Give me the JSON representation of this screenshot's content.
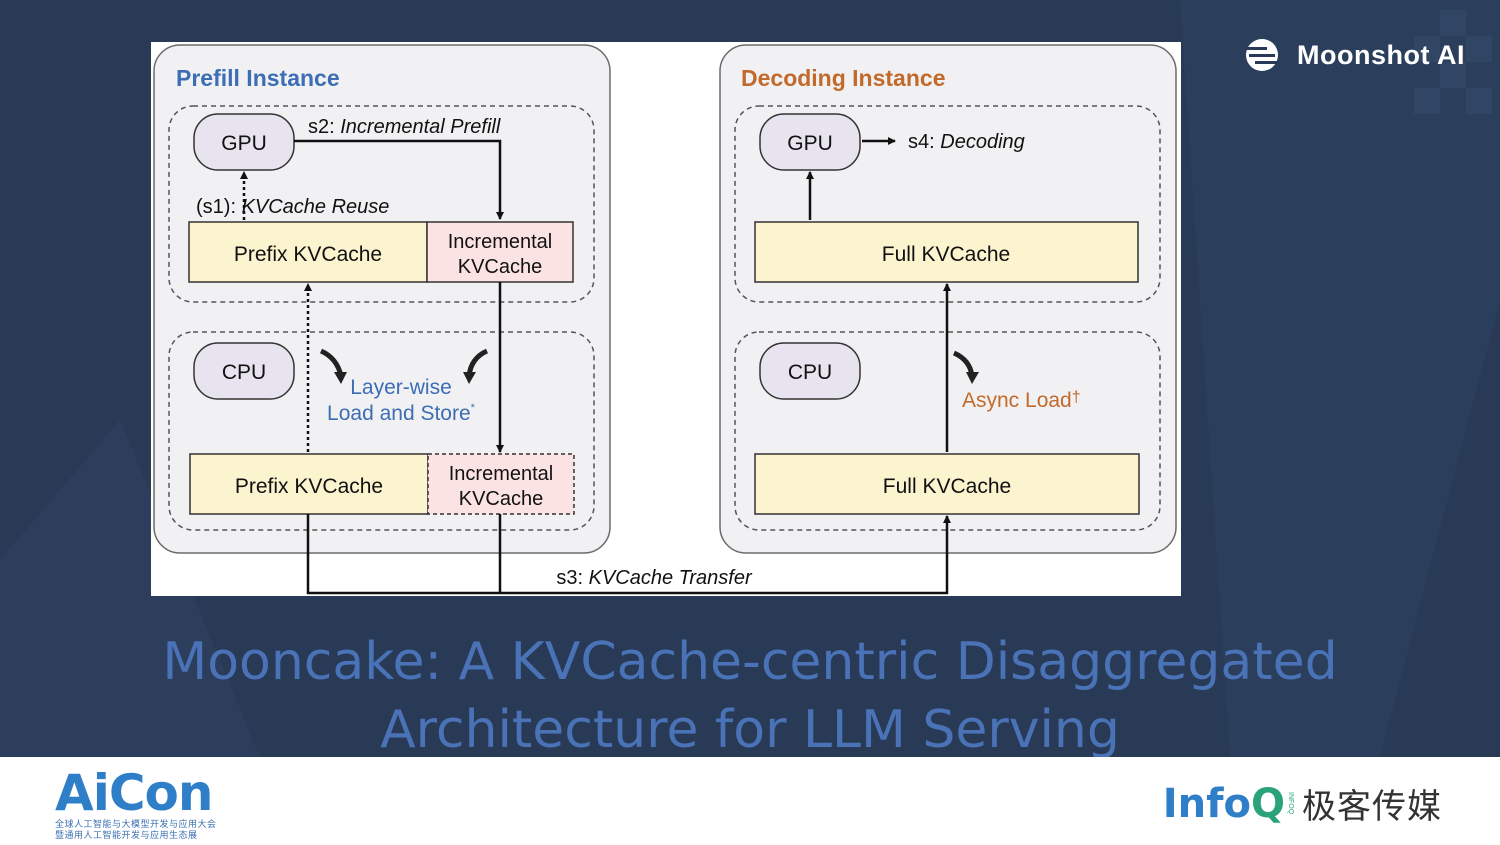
{
  "header": {
    "company": "Moonshot AI"
  },
  "diagram": {
    "prefill": {
      "title": "Prefill Instance",
      "gpu": "GPU",
      "cpu": "CPU",
      "s2_prefix": "s2: ",
      "s2_italic": "Incremental Prefill",
      "s1_prefix": "(s1): ",
      "s1_italic": "KVCache Reuse",
      "gpu_prefix_cache": "Prefix KVCache",
      "gpu_incremental_line1": "Incremental",
      "gpu_incremental_line2": "KVCache",
      "layerwise_line1": "Layer-wise",
      "layerwise_line2": "Load and Store",
      "layerwise_mark": "*",
      "cpu_prefix_cache": "Prefix KVCache",
      "cpu_incremental_line1": "Incremental",
      "cpu_incremental_line2": "KVCache"
    },
    "decoding": {
      "title": "Decoding Instance",
      "gpu": "GPU",
      "cpu": "CPU",
      "s4_prefix": "s4: ",
      "s4_italic": "Decoding",
      "gpu_full_cache": "Full KVCache",
      "async_load": "Async Load",
      "async_mark": "†",
      "cpu_full_cache": "Full KVCache"
    },
    "transfer": {
      "prefix": "s3: ",
      "italic": "KVCache Transfer"
    },
    "colors": {
      "prefill_title": "#3d6db5",
      "decoding_title": "#c26a2c",
      "cache_yellow": "#fcf3cf",
      "cache_pink": "#fbe3e4",
      "instance_bg": "#f1f1f3",
      "layerwise_text": "#3d6db5",
      "async_text": "#c26a2c"
    }
  },
  "title": {
    "line1": "Mooncake: A KVCache-centric Disaggregated",
    "line2": "Architecture for LLM Serving"
  },
  "footer": {
    "aicon_name": "AiCon",
    "aicon_sub1": "全球人工智能与大模型开发与应用大会",
    "aicon_sub2": "暨通用人工智能开发与应用生态展",
    "infoq_info": "Info",
    "infoq_q": "Q",
    "infoq_small": "INFOQ",
    "infoq_cn": "极客传媒"
  }
}
